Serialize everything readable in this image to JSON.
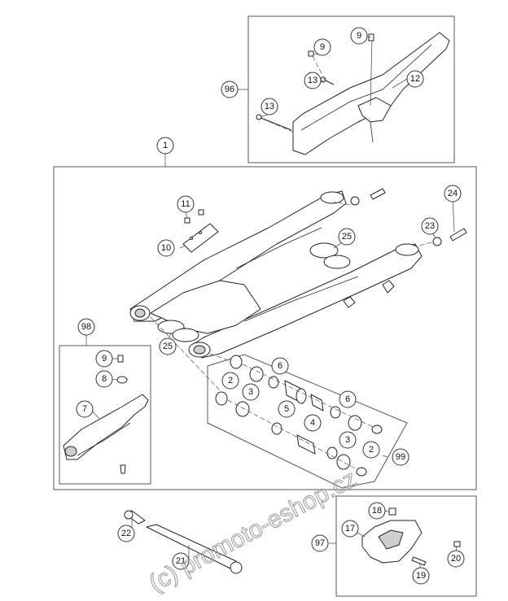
{
  "callouts": {
    "c1": "1",
    "c2a": "2",
    "c2b": "2",
    "c3a": "3",
    "c3b": "3",
    "c4": "4",
    "c5": "5",
    "c6a": "6",
    "c6b": "6",
    "c7": "7",
    "c8": "8",
    "c9a": "9",
    "c9b": "9",
    "c9c": "9",
    "c10": "10",
    "c11": "11",
    "c12": "12",
    "c13a": "13",
    "c13b": "13",
    "c17": "17",
    "c18": "18",
    "c19": "19",
    "c20": "20",
    "c21": "21",
    "c22": "22",
    "c23": "23",
    "c24": "24",
    "c25a": "25",
    "c25b": "25",
    "c96": "96",
    "c97": "97",
    "c98": "98",
    "c99": "99"
  },
  "watermark": "(c) promoto-eshop.cz"
}
